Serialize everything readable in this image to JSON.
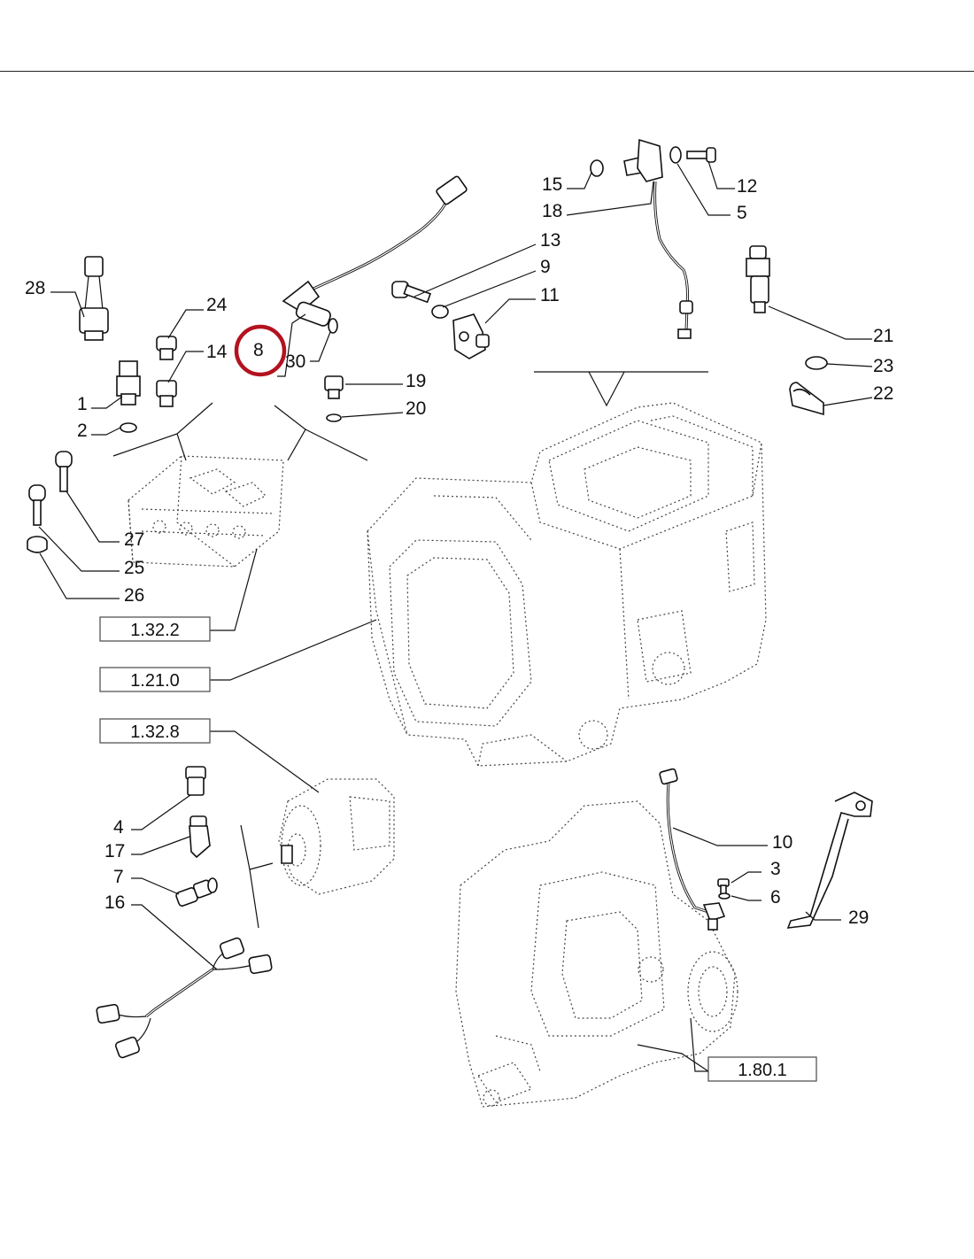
{
  "callouts": [
    {
      "id": "c15",
      "text": "15"
    },
    {
      "id": "c18",
      "text": "18"
    },
    {
      "id": "c12",
      "text": "12"
    },
    {
      "id": "c5",
      "text": "5"
    },
    {
      "id": "c13",
      "text": "13"
    },
    {
      "id": "c9",
      "text": "9"
    },
    {
      "id": "c11",
      "text": "11"
    },
    {
      "id": "c28",
      "text": "28"
    },
    {
      "id": "c24",
      "text": "24"
    },
    {
      "id": "c14",
      "text": "14"
    },
    {
      "id": "c8",
      "text": "8"
    },
    {
      "id": "c30",
      "text": "30"
    },
    {
      "id": "c19",
      "text": "19"
    },
    {
      "id": "c20",
      "text": "20"
    },
    {
      "id": "c1",
      "text": "1"
    },
    {
      "id": "c2",
      "text": "2"
    },
    {
      "id": "c21",
      "text": "21"
    },
    {
      "id": "c23",
      "text": "23"
    },
    {
      "id": "c22",
      "text": "22"
    },
    {
      "id": "c27",
      "text": "27"
    },
    {
      "id": "c25",
      "text": "25"
    },
    {
      "id": "c26",
      "text": "26"
    },
    {
      "id": "c4",
      "text": "4"
    },
    {
      "id": "c17",
      "text": "17"
    },
    {
      "id": "c7",
      "text": "7"
    },
    {
      "id": "c16",
      "text": "16"
    },
    {
      "id": "c10",
      "text": "10"
    },
    {
      "id": "c3",
      "text": "3"
    },
    {
      "id": "c6",
      "text": "6"
    },
    {
      "id": "c29",
      "text": "29"
    }
  ],
  "references": [
    {
      "id": "r1322",
      "text": "1.32.2"
    },
    {
      "id": "r1210",
      "text": "1.21.0"
    },
    {
      "id": "r1328",
      "text": "1.32.8"
    },
    {
      "id": "r1801",
      "text": "1.80.1"
    }
  ],
  "highlight": {
    "callout": "8",
    "color": "#b3121f"
  }
}
